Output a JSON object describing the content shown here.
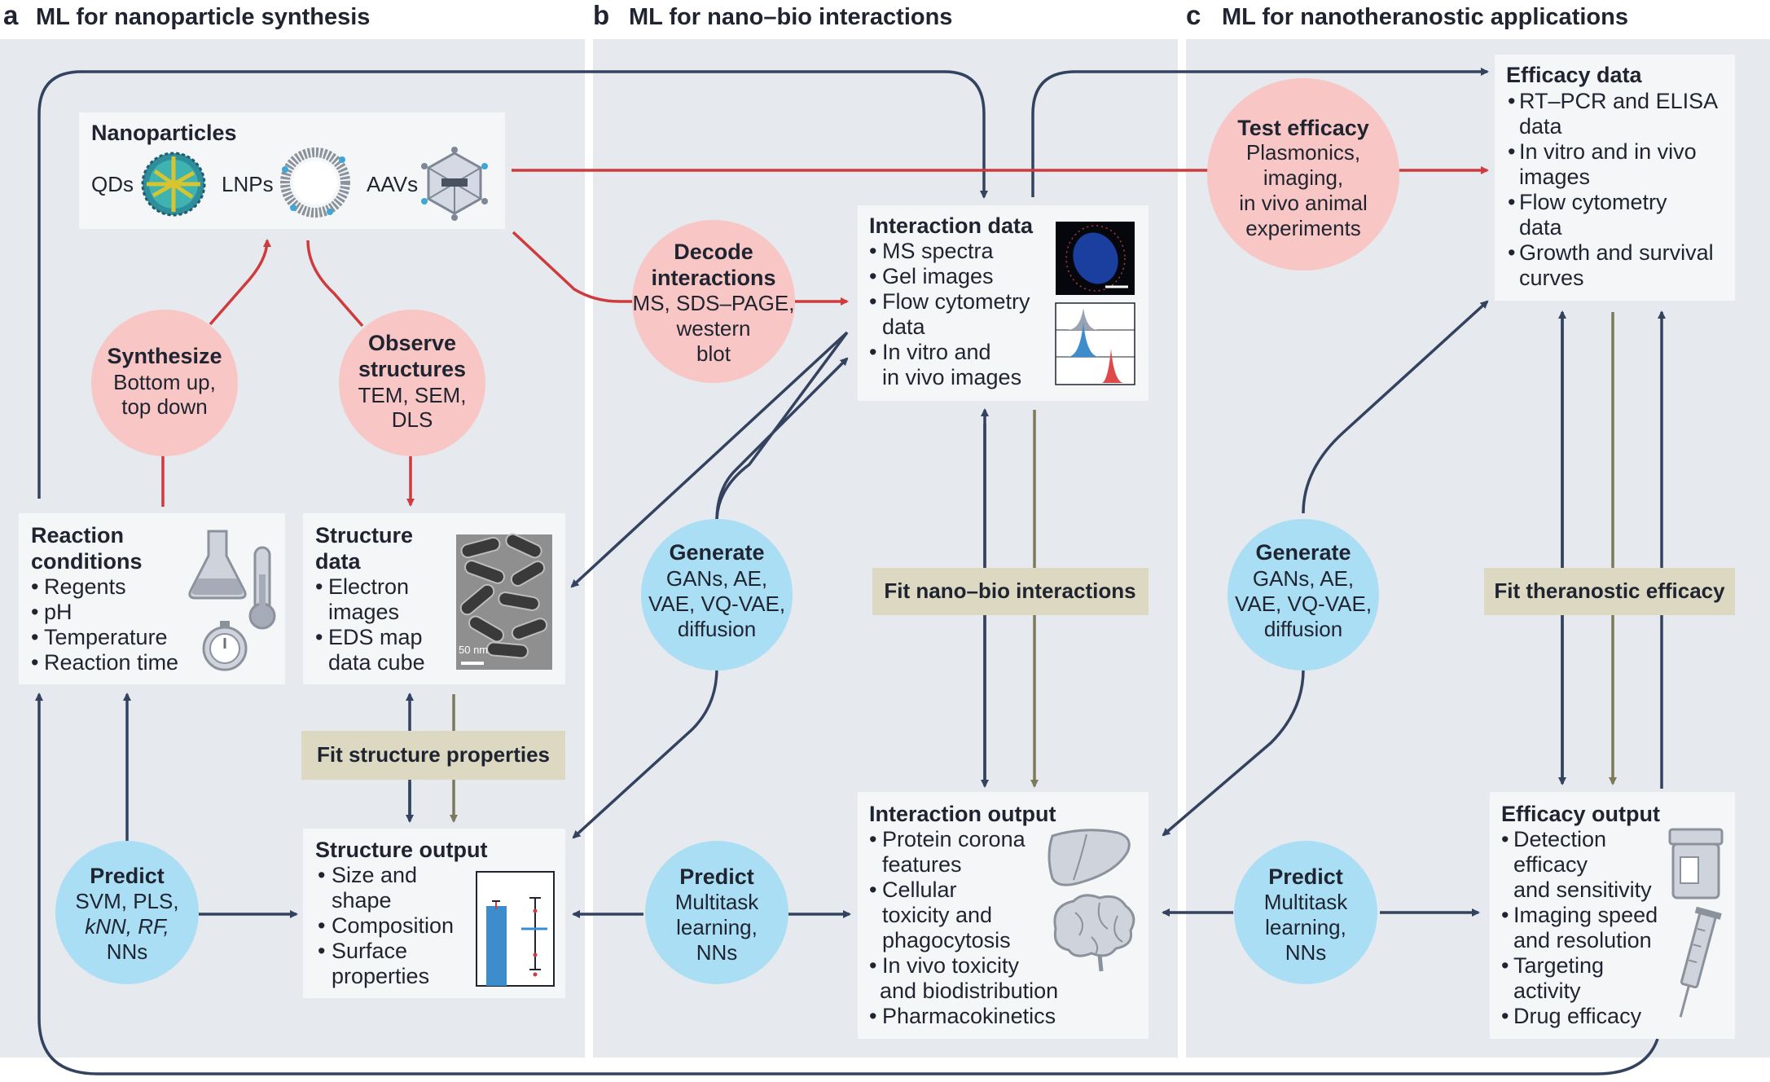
{
  "panels": {
    "a": {
      "letter": "a",
      "title": "ML for nanoparticle synthesis"
    },
    "b": {
      "letter": "b",
      "title": "ML for nano–bio interactions"
    },
    "c": {
      "letter": "c",
      "title": "ML for nanotheranostic applications"
    }
  },
  "nanoparticles": {
    "title": "Nanoparticles",
    "labels": [
      "QDs",
      "LNPs",
      "AAVs"
    ]
  },
  "synthesize": {
    "title": "Synthesize",
    "lines": [
      "Bottom up,",
      "top down"
    ]
  },
  "observe": {
    "title_lines": [
      "Observe",
      "structures"
    ],
    "lines": [
      "TEM, SEM,",
      "DLS"
    ]
  },
  "reaction_conditions": {
    "title_lines": [
      "Reaction",
      "conditions"
    ],
    "items": [
      "Regents",
      "pH",
      "Temperature",
      "Reaction time"
    ]
  },
  "structure_data": {
    "title_lines": [
      "Structure",
      "data"
    ],
    "items": [
      [
        "Electron",
        "images"
      ],
      [
        "EDS map",
        "data cube"
      ]
    ],
    "scale_label": "50 nm"
  },
  "fit_structure": "Fit structure properties",
  "structure_output": {
    "title": "Structure output",
    "items": [
      [
        "Size and",
        "shape"
      ],
      [
        "Composition"
      ],
      [
        "Surface",
        "properties"
      ]
    ]
  },
  "predict_a": {
    "title": "Predict",
    "lines": [
      "SVM, PLS,",
      "kNN, RF,",
      "NNs"
    ]
  },
  "decode": {
    "title_lines": [
      "Decode",
      "interactions"
    ],
    "lines": [
      "MS, SDS–PAGE,",
      "western",
      "blot"
    ]
  },
  "interaction_data": {
    "title": "Interaction data",
    "items": [
      [
        "MS spectra"
      ],
      [
        "Gel images"
      ],
      [
        "Flow cytometry",
        "data"
      ],
      [
        "In vitro and",
        "in vivo images"
      ]
    ]
  },
  "generate_b": {
    "title": "Generate",
    "lines": [
      "GANs, AE,",
      "VAE, VQ-VAE,",
      "diffusion"
    ]
  },
  "fit_nanobio": "Fit nano–bio interactions",
  "interaction_output": {
    "title": "Interaction output",
    "items": [
      [
        "Protein corona",
        "features"
      ],
      [
        "Cellular",
        "toxicity and",
        "phagocytosis"
      ],
      [
        "In vivo toxicity",
        "and biodistribution"
      ],
      [
        "Pharmacokinetics"
      ]
    ]
  },
  "predict_b": {
    "title": "Predict",
    "lines": [
      "Multitask",
      "learning,",
      "NNs"
    ]
  },
  "test_efficacy": {
    "title": "Test efficacy",
    "lines": [
      "Plasmonics,",
      "imaging,",
      "in vivo animal",
      "experiments"
    ]
  },
  "efficacy_data": {
    "title": "Efficacy data",
    "items": [
      [
        "RT–PCR and ELISA",
        "data"
      ],
      [
        "In vitro and in vivo",
        "images"
      ],
      [
        "Flow cytometry",
        "data"
      ],
      [
        "Growth and survival",
        "curves"
      ]
    ]
  },
  "generate_c": {
    "title": "Generate",
    "lines": [
      "GANs, AE,",
      "VAE, VQ-VAE,",
      "diffusion"
    ]
  },
  "fit_theranostic": "Fit theranostic efficacy",
  "efficacy_output": {
    "title": "Efficacy output",
    "items": [
      [
        "Detection",
        "efficacy",
        "and sensitivity"
      ],
      [
        "Imaging speed",
        "and resolution"
      ],
      [
        "Targeting",
        "activity"
      ],
      [
        "Drug efficacy"
      ]
    ]
  },
  "predict_c": {
    "title": "Predict",
    "lines": [
      "Multitask",
      "learning,",
      "NNs"
    ]
  },
  "colors": {
    "panel_bg": "#e6e9ee",
    "box_bg": "#f5f6f8",
    "red": "#cf3a3d",
    "red_circle": "#f8c6c4",
    "blue_circle": "#a9def5",
    "navy": "#33425e",
    "olive": "#7d7a58",
    "fit_bg": "#dcd8c2"
  }
}
